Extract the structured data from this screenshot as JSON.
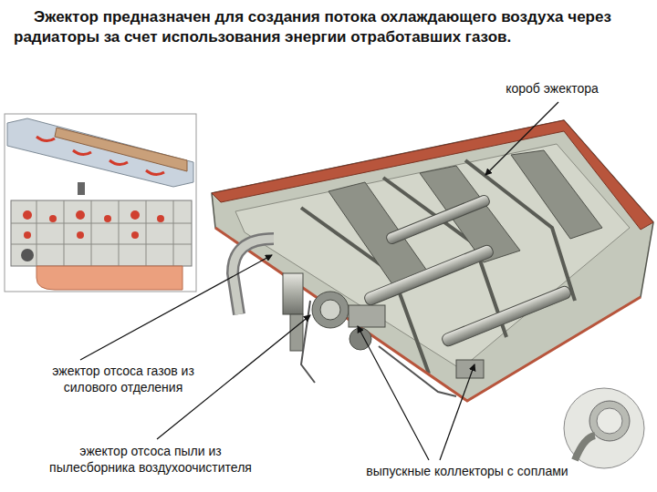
{
  "diagram": {
    "title": "Эжектор предназначен для создания потока охлаждающего воздуха через радиаторы за счет использования энергии отработавших газов.",
    "labels": [
      "короб эжектора",
      "эжектор отсоса газов из силового отделения",
      "эжектор отсоса пыли из пылесборника воздухоочистителя",
      "выпускные коллекторы с соплами"
    ]
  }
}
